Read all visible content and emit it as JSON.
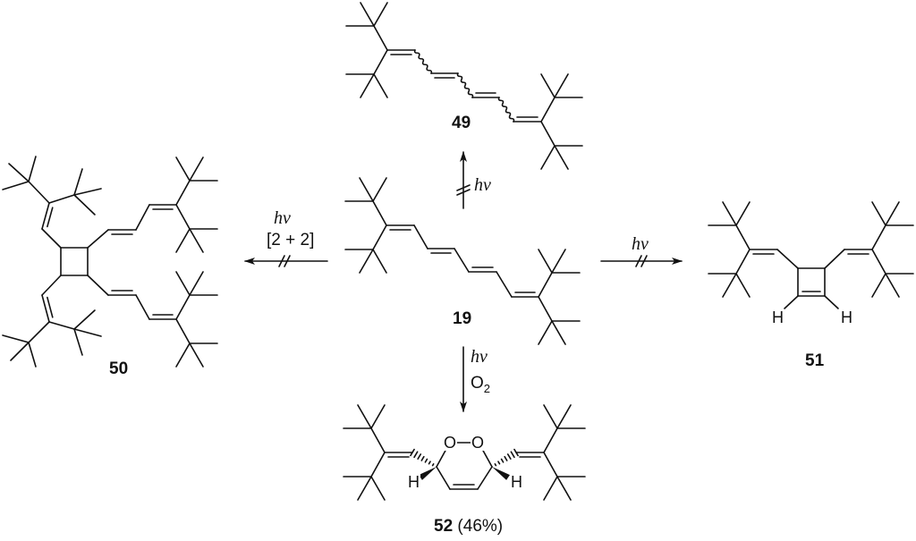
{
  "compounds": {
    "c19": "19",
    "c49": "49",
    "c50": "50",
    "c51": "51",
    "c52": "52",
    "c52_yield": "(46%)"
  },
  "conditions": {
    "to49": {
      "reagent": "hν",
      "blocked": true
    },
    "to50": {
      "reagent": "hν",
      "note": "[2 + 2]",
      "blocked": true
    },
    "to51": {
      "reagent": "hν",
      "blocked": true
    },
    "to52": {
      "reagent": "hν",
      "oxidant": "O",
      "oxidant_sub": "2",
      "blocked": false
    }
  },
  "atoms": {
    "H": "H",
    "O": "O"
  }
}
